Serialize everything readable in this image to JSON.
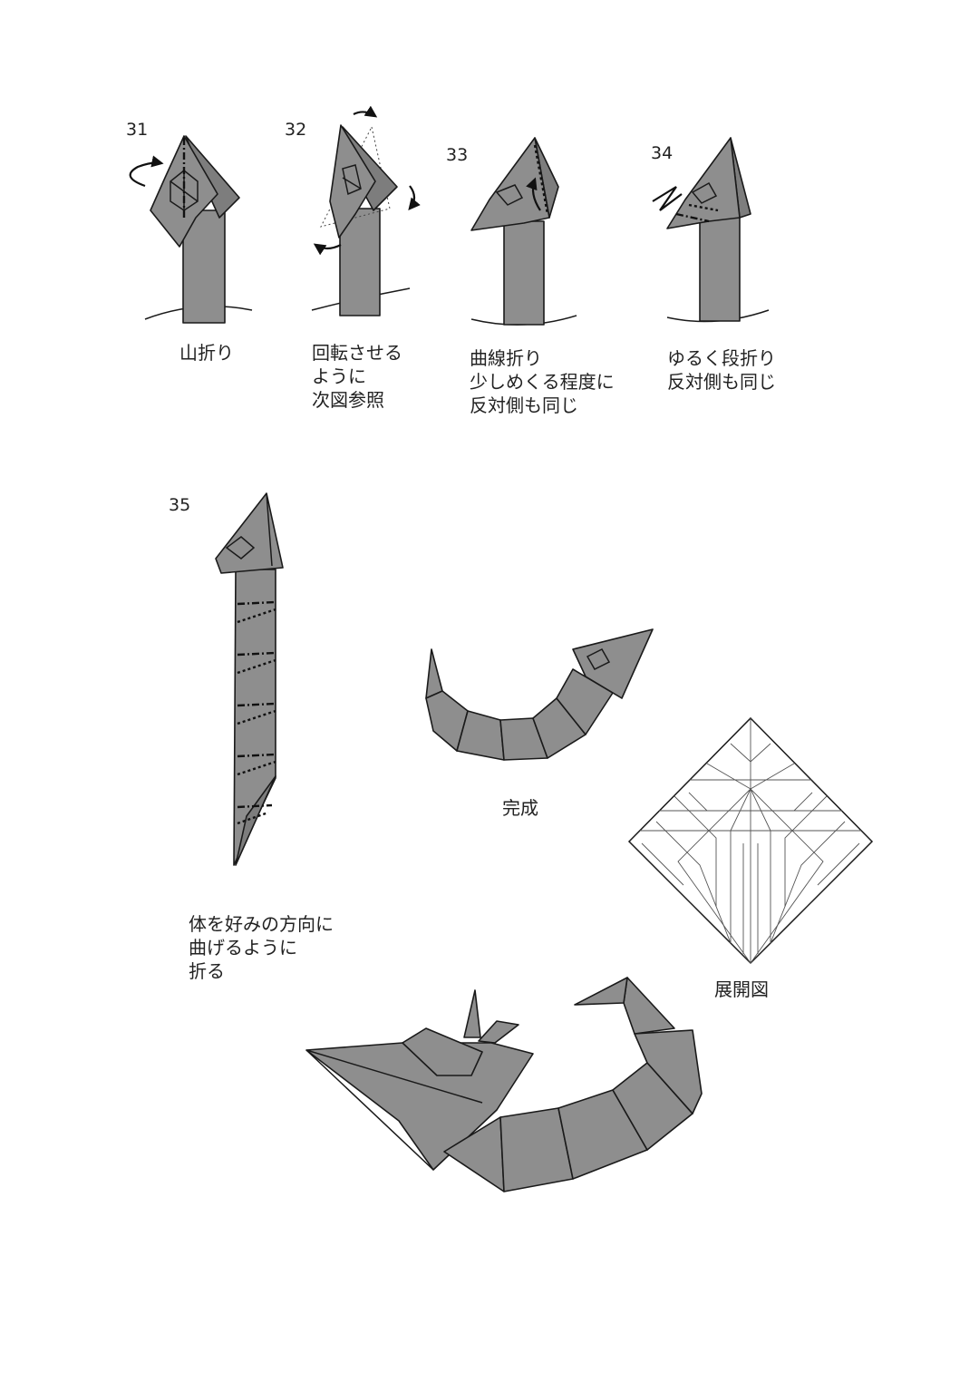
{
  "steps": [
    {
      "number": "31",
      "caption": [
        "山折り"
      ]
    },
    {
      "number": "32",
      "caption": [
        "回転させる",
        "ように",
        "次図参照"
      ]
    },
    {
      "number": "33",
      "caption": [
        "曲線折り",
        "少しめくる程度に",
        "反対側も同じ"
      ]
    },
    {
      "number": "34",
      "caption": [
        "ゆるく段折り",
        "反対側も同じ"
      ]
    },
    {
      "number": "35",
      "caption": [
        "体を好みの方向に",
        "曲げるように",
        "折る"
      ]
    }
  ],
  "complete_label": "完成",
  "crease_pattern_label": "展開図",
  "colors": {
    "paper": "#8e8e8e",
    "line": "#1a1a1a",
    "background": "#ffffff"
  }
}
